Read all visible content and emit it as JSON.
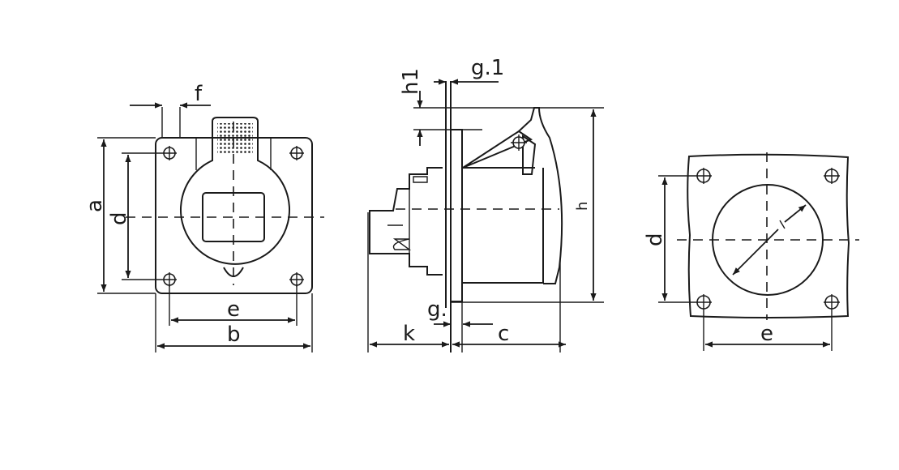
{
  "drawing": {
    "front_view": {
      "labels": {
        "f": "f",
        "a": "a",
        "d": "d",
        "e": "e",
        "b": "b"
      }
    },
    "side_view": {
      "labels": {
        "h1": "h1",
        "g1": "g.1",
        "h": "h",
        "g": "g.",
        "k": "k",
        "c": "c"
      }
    },
    "cutout_view": {
      "labels": {
        "d": "d",
        "e": "e"
      }
    },
    "colors": {
      "line": "#1a1a1a",
      "background": "#ffffff"
    }
  }
}
